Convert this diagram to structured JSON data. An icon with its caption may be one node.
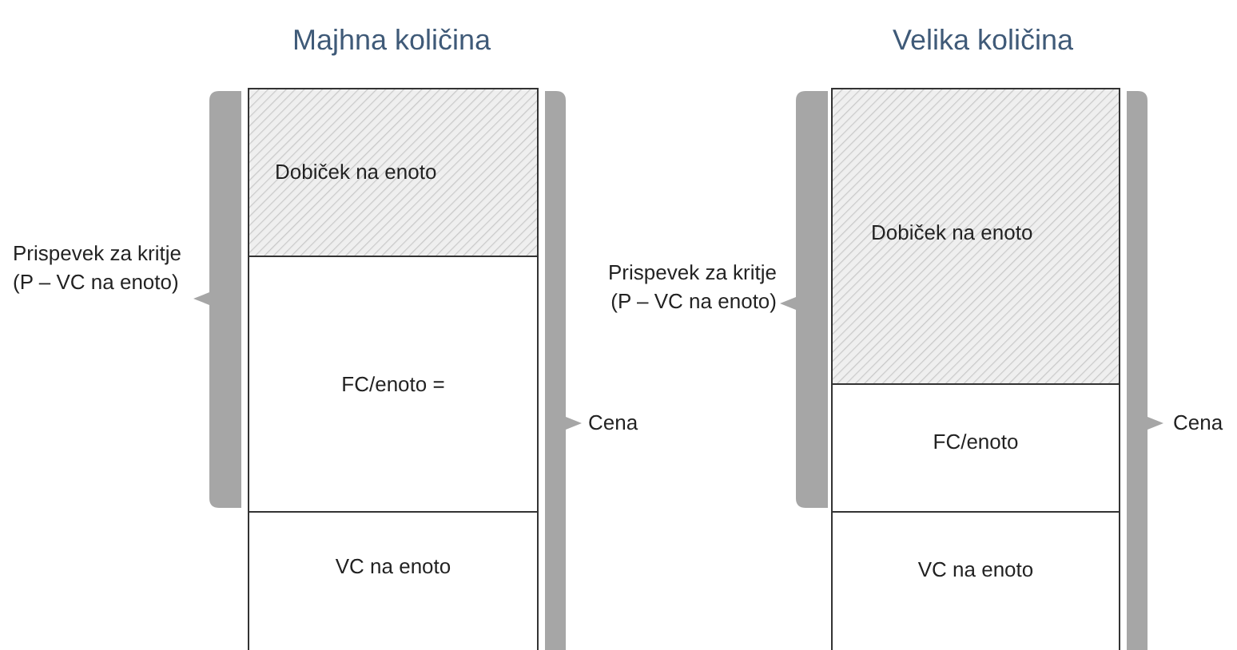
{
  "diagram": {
    "nodes": [
      {
        "text": [
          "Dobiček na enoto"
        ]
      },
      {
        "text": [
          "FC/enoto ="
        ]
      },
      {
        "text": [
          "VC na enoto"
        ]
      },
      {
        "text": [
          "Dobiček na enoto"
        ]
      },
      {
        "text": [
          "FC/enoto"
        ]
      },
      {
        "text": [
          "VC na enoto"
        ]
      },
      {
        "text": [],
        "shape": "bar",
        "beside": [
          "Prispevek za kritje (P – VC na enoto)"
        ]
      },
      {
        "text": [],
        "shape": "bar",
        "beside": [
          "Cena"
        ]
      },
      {
        "text": [],
        "shape": "bar",
        "beside": [
          "Prispevek za kritje (P – VC na enoto)"
        ]
      },
      {
        "text": [],
        "shape": "bar",
        "beside": [
          "Cena"
        ]
      }
    ],
    "labels": [
      "Majhna količina",
      "Velika količina"
    ]
  }
}
